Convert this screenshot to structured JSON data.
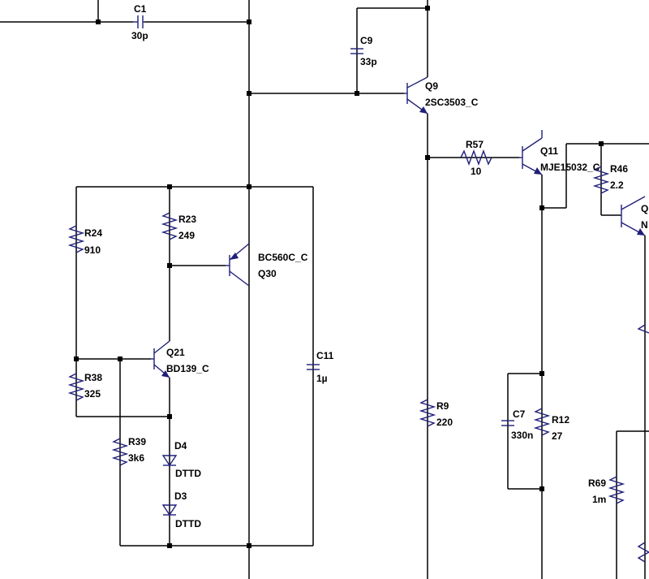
{
  "colors": {
    "wire": "#000000",
    "component": "#1f1f7a",
    "background": "#ffffff"
  },
  "components": {
    "c1": {
      "ref": "C1",
      "value": "30p"
    },
    "c9": {
      "ref": "C9",
      "value": "33p"
    },
    "q9": {
      "ref": "Q9",
      "value": "2SC3503_C"
    },
    "r57": {
      "ref": "R57",
      "value": "10"
    },
    "q11": {
      "ref": "Q11",
      "value": "MJE15032_C"
    },
    "r46": {
      "ref": "R46",
      "value": "2.2"
    },
    "q_partial": {
      "ref": "Q",
      "value": "N"
    },
    "r24": {
      "ref": "R24",
      "value": "910"
    },
    "r23": {
      "ref": "R23",
      "value": "249"
    },
    "q30": {
      "ref": "Q30",
      "value": "BC560C_C"
    },
    "c11": {
      "ref": "C11",
      "value": "1µ"
    },
    "q21": {
      "ref": "Q21",
      "value": "BD139_C"
    },
    "r38": {
      "ref": "R38",
      "value": "325"
    },
    "r39": {
      "ref": "R39",
      "value": "3k6"
    },
    "d4": {
      "ref": "D4",
      "value": "DTTD"
    },
    "d3": {
      "ref": "D3",
      "value": "DTTD"
    },
    "r9": {
      "ref": "R9",
      "value": "220"
    },
    "c7": {
      "ref": "C7",
      "value": "330n"
    },
    "r12": {
      "ref": "R12",
      "value": "27"
    },
    "r69": {
      "ref": "R69",
      "value": "1m"
    }
  }
}
